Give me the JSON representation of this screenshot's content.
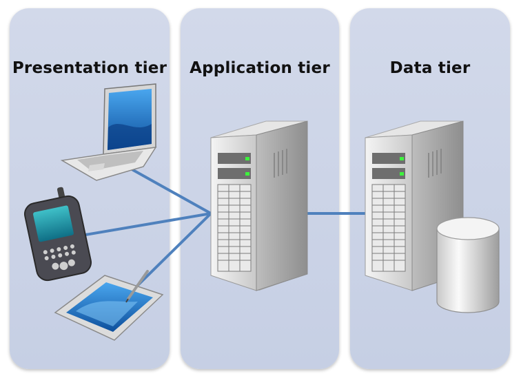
{
  "tiers": [
    {
      "title": "Presentation tier"
    },
    {
      "title": "Application tier"
    },
    {
      "title": "Data tier"
    }
  ],
  "colors": {
    "panel": "#ccd4e8",
    "connector": "#4f81bd",
    "screen": "#2a7fd0"
  },
  "icons": [
    "laptop-icon",
    "pda-icon",
    "tablet-icon",
    "app-server-icon",
    "data-server-icon",
    "database-icon"
  ]
}
